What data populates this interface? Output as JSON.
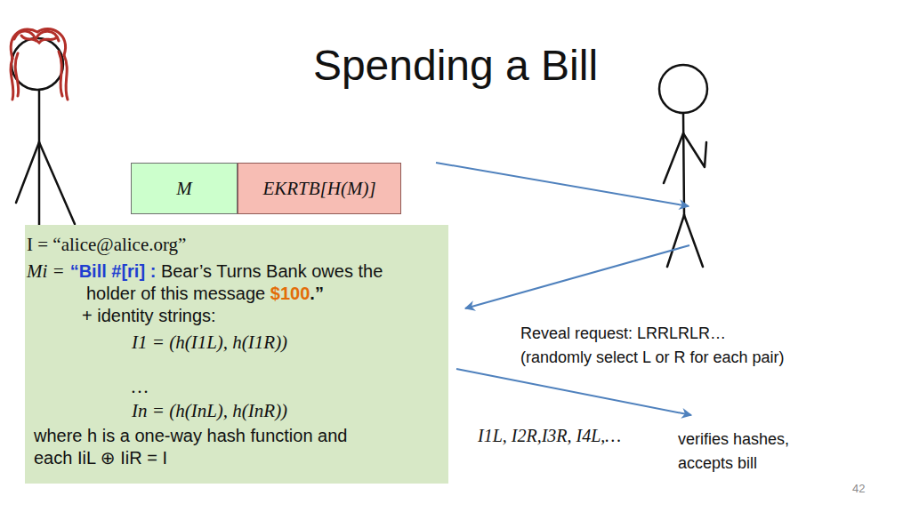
{
  "diagram": {
    "title": "Spending a Bill",
    "nodes": [
      {
        "text": [
          "M"
        ]
      },
      {
        "text": [
          "EKRTB[H(M)]"
        ]
      },
      {
        "text": [
          "I = “alice@alice.org”",
          "Mi =",
          "“Bill #[ri] :",
          "Bear’s Turns Bank owes the holder of this message",
          "$100",
          ".”",
          "+ identity strings:",
          "I1 = (h(I1L), h(I1R))",
          "…",
          "In = (h(InL), h(InR))",
          "where h is a one-way hash function and each IiL ⊕ IiR = I"
        ]
      }
    ],
    "labels": [
      "Reveal request: LRRLRLR…",
      "(randomly select L or R for each pair)",
      "I1L, I2R,I3R, I4L,…",
      "verifies hashes, accepts bill",
      "42"
    ]
  }
}
